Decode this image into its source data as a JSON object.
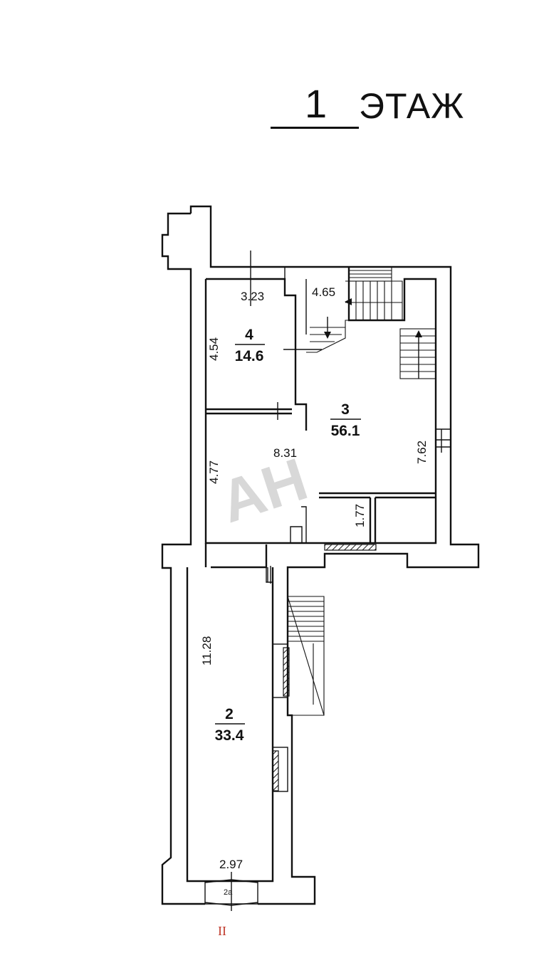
{
  "header": {
    "floor_number": "1",
    "floor_word": "ЭТАЖ"
  },
  "watermark": "АН",
  "rooms": [
    {
      "id": "4",
      "area": "14.6"
    },
    {
      "id": "3",
      "area": "56.1"
    },
    {
      "id": "2",
      "area": "33.4"
    },
    {
      "id": "2а"
    }
  ],
  "dimensions": {
    "room4_width": "3.23",
    "room4_height": "4.54",
    "stair_width": "4.65",
    "room3_height_left": "4.77",
    "room3_width": "8.31",
    "room3_height_right": "7.62",
    "room3_niche": "1.77",
    "room2_length": "11.28",
    "room2_width": "2.97"
  },
  "section_mark": "II",
  "colors": {
    "lines": "#111111",
    "watermark": "#d8d8d8",
    "section_mark": "#c0392b"
  }
}
